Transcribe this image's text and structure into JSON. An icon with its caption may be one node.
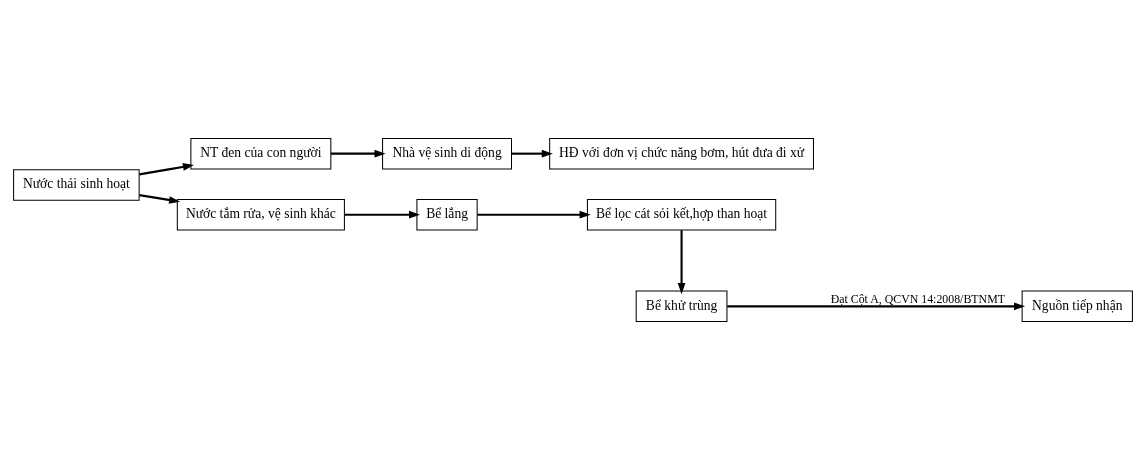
{
  "diagram": {
    "nodes": [
      {
        "text": [
          "Nước thải sinh hoạt"
        ]
      },
      {
        "text": [
          "NT đen của con người"
        ]
      },
      {
        "text": [
          "Nhà vệ sinh di động"
        ]
      },
      {
        "text": [
          "HĐ với đơn vị chức năng bơm, hút đưa đi xử"
        ]
      },
      {
        "text": [
          "Nước tắm rửa, vệ sinh khác"
        ]
      },
      {
        "text": [
          "Bể lắng"
        ]
      },
      {
        "text": [
          "Bể lọc cát sỏi kết,hợp than hoạt"
        ]
      },
      {
        "text": [
          "Bể khử trùng"
        ]
      },
      {
        "text": [
          "Nguồn tiếp nhận"
        ]
      }
    ],
    "edges": [
      {
        "from": 0,
        "to": 1,
        "arrow": "to"
      },
      {
        "from": 1,
        "to": 2,
        "arrow": "to"
      },
      {
        "from": 2,
        "to": 3,
        "arrow": "to"
      },
      {
        "from": 0,
        "to": 4,
        "arrow": "to"
      },
      {
        "from": 4,
        "to": 5,
        "arrow": "to"
      },
      {
        "from": 5,
        "to": 6,
        "arrow": "to"
      },
      {
        "from": 6,
        "to": 7,
        "arrow": "to"
      },
      {
        "from": 7,
        "to": 8,
        "arrow": "to",
        "label": "Đạt Cột A, QCVN 14:2008/BTNMT"
      }
    ]
  }
}
